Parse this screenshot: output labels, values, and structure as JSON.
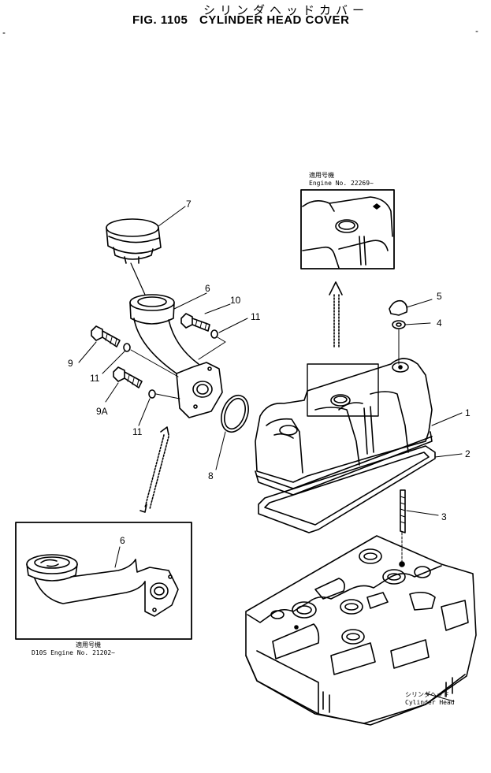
{
  "header": {
    "japanese_title": "シリンダヘッドカバー",
    "fig_number": "FIG. 1105",
    "title": "CYLINDER HEAD COVER"
  },
  "inset_top": {
    "jp_label": "適用号機",
    "engine_label": "Engine  No. 22269~"
  },
  "inset_bottom": {
    "part_number": "6",
    "jp_label": "適用号機",
    "engine_label": "D10S Engine No. 21202~"
  },
  "head_label": {
    "jp": "シリンダヘッド",
    "en": "Cylinder  Head"
  },
  "callouts": {
    "c1": "1",
    "c2": "2",
    "c3": "3",
    "c4": "4",
    "c5": "5",
    "c6": "6",
    "c7": "7",
    "c8": "8",
    "c9": "9",
    "c9a": "9A",
    "c10": "10",
    "c11a": "11",
    "c11b": "11",
    "c11c": "11"
  }
}
